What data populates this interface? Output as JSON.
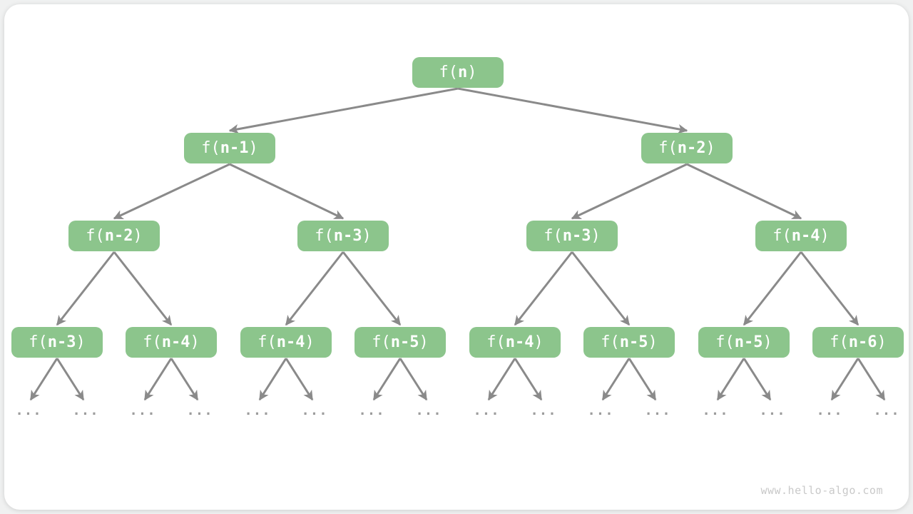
{
  "colors": {
    "page_bg": "#f0f1f1",
    "card_bg": "#ffffff",
    "node_fill": "#8cc58c",
    "node_text": "#ffffff",
    "arrow": "#8a8a8a",
    "dots": "#9c9c9c",
    "watermark": "#c9c9c9"
  },
  "watermark": "www.hello-algo.com",
  "tree": {
    "ellipsis": "...",
    "levels": [
      {
        "nodes": [
          {
            "prefix": "f(",
            "arg": "n",
            "suffix": ")"
          }
        ]
      },
      {
        "nodes": [
          {
            "prefix": "f(",
            "arg": "n-1",
            "suffix": ")"
          },
          {
            "prefix": "f(",
            "arg": "n-2",
            "suffix": ")"
          }
        ]
      },
      {
        "nodes": [
          {
            "prefix": "f(",
            "arg": "n-2",
            "suffix": ")"
          },
          {
            "prefix": "f(",
            "arg": "n-3",
            "suffix": ")"
          },
          {
            "prefix": "f(",
            "arg": "n-3",
            "suffix": ")"
          },
          {
            "prefix": "f(",
            "arg": "n-4",
            "suffix": ")"
          }
        ]
      },
      {
        "nodes": [
          {
            "prefix": "f(",
            "arg": "n-3",
            "suffix": ")"
          },
          {
            "prefix": "f(",
            "arg": "n-4",
            "suffix": ")"
          },
          {
            "prefix": "f(",
            "arg": "n-4",
            "suffix": ")"
          },
          {
            "prefix": "f(",
            "arg": "n-5",
            "suffix": ")"
          },
          {
            "prefix": "f(",
            "arg": "n-4",
            "suffix": ")"
          },
          {
            "prefix": "f(",
            "arg": "n-5",
            "suffix": ")"
          },
          {
            "prefix": "f(",
            "arg": "n-5",
            "suffix": ")"
          },
          {
            "prefix": "f(",
            "arg": "n-6",
            "suffix": ")"
          }
        ]
      }
    ]
  }
}
